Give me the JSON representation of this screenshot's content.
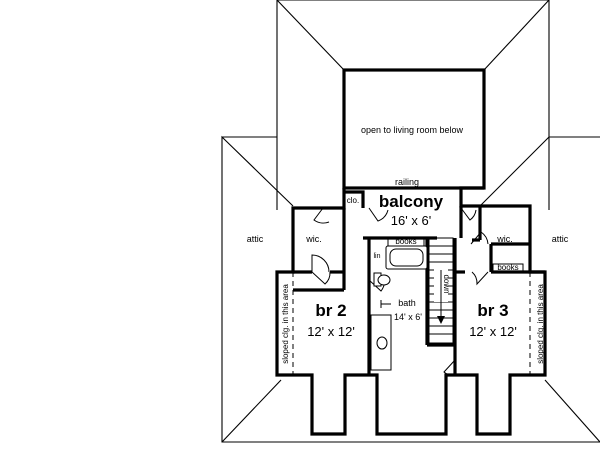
{
  "labels": {
    "open_below": "open to living room below",
    "railing": "railing",
    "balcony": "balcony",
    "balcony_size": "16' x 6'",
    "closet": "clo.",
    "wic_left": "wic.",
    "wic_right": "wic.",
    "attic_left": "attic",
    "attic_right": "attic",
    "books_top": "books",
    "books_right": "books",
    "linen": "lin",
    "br2": "br 2",
    "br2_size": "12' x 12'",
    "br3": "br 3",
    "br3_size": "12' x 12'",
    "bath": "bath",
    "bath_size": "14' x 6'",
    "stair": "down",
    "sloped_left": "sloped clg. in this area",
    "sloped_right": "sloped clg. in this area"
  }
}
